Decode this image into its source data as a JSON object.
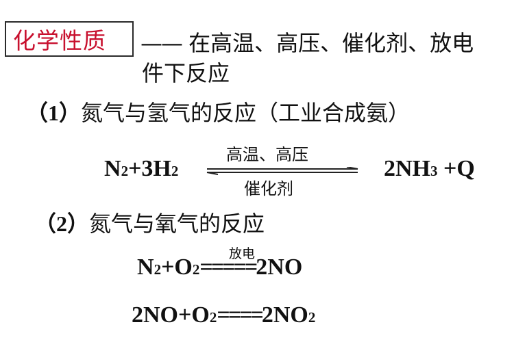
{
  "header": {
    "title": "化学性质",
    "title_color": "#c8102e",
    "intro_dash": "——",
    "intro_line1": "在高温、高压、催化剂、放电",
    "intro_line2": "件下反应"
  },
  "sections": [
    {
      "number": "（1）",
      "title": "氮气与氢气的反应（工业合成氨）",
      "equation": {
        "reactants": [
          "N",
          "2",
          "+3H",
          "2"
        ],
        "condition_above": "高温、高压",
        "condition_below": "催化剂",
        "arrow": "reversible-arrow",
        "products": [
          "2NH",
          "3",
          " +Q"
        ]
      }
    },
    {
      "number": "（2）",
      "title": "氮气与氧气的反应",
      "equations": [
        {
          "reactants": [
            "N",
            "2",
            "+O",
            "2"
          ],
          "condition_above": "放电",
          "sign": "=====",
          "products": [
            "2NO"
          ]
        },
        {
          "reactants": [
            "2NO+O",
            "2"
          ],
          "sign": "====",
          "products": [
            "2NO",
            "2"
          ]
        }
      ]
    }
  ]
}
